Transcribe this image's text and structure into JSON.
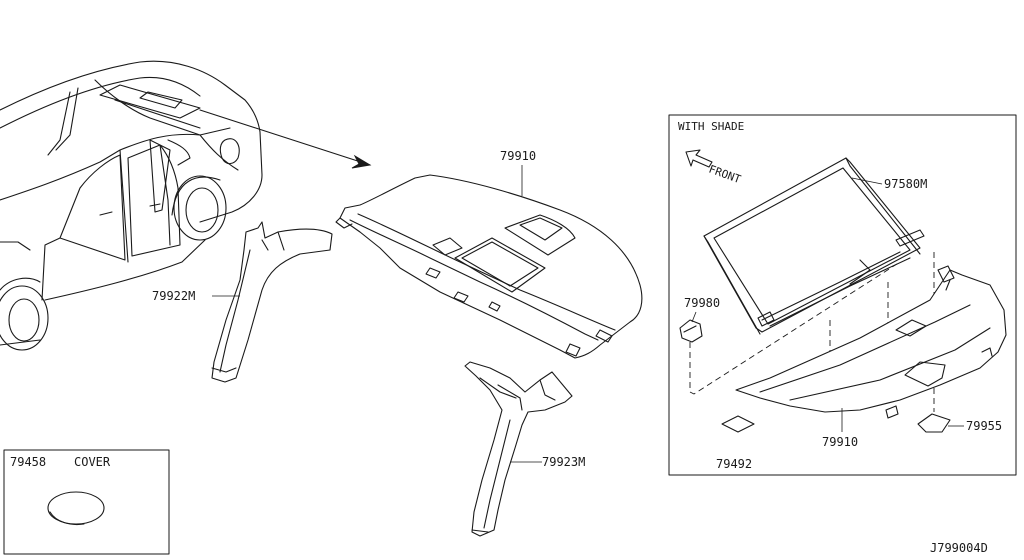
{
  "parts": {
    "headlining": "79910",
    "headlining_shade": "79910",
    "shade_assembly": "97580M",
    "pillar_right": "79922M",
    "pillar_left": "79923M",
    "clip": "79980",
    "pad": "79492",
    "pad_rear": "79955"
  },
  "inset": {
    "title": "WITH SHADE",
    "front_label": "FRONT"
  },
  "cover_box": {
    "part": "79458",
    "label": "COVER"
  },
  "diagram_code": "J799004D"
}
